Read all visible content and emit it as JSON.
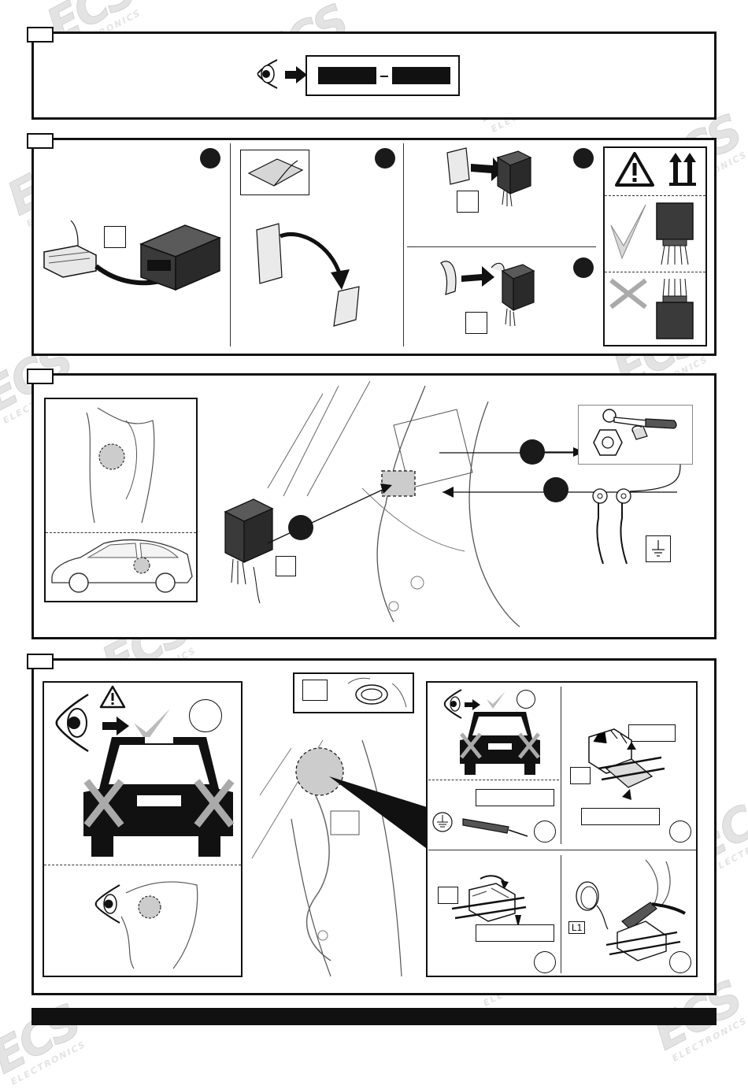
{
  "watermark": {
    "logo_text": "ECS",
    "sub_text": "ELECTRONICS"
  },
  "step4": {
    "connector_label": "L1"
  },
  "colors": {
    "line": "#111111",
    "module_fill": "#3a3a3a",
    "highlight_fill": "#cccccc",
    "watermark": "#e3e3e3"
  },
  "icons": [
    "eye-icon",
    "arrow-right-icon",
    "warning-icon",
    "up-arrows-icon",
    "check-icon",
    "cross-icon",
    "ground-icon",
    "wrench-icon",
    "nut-icon"
  ]
}
